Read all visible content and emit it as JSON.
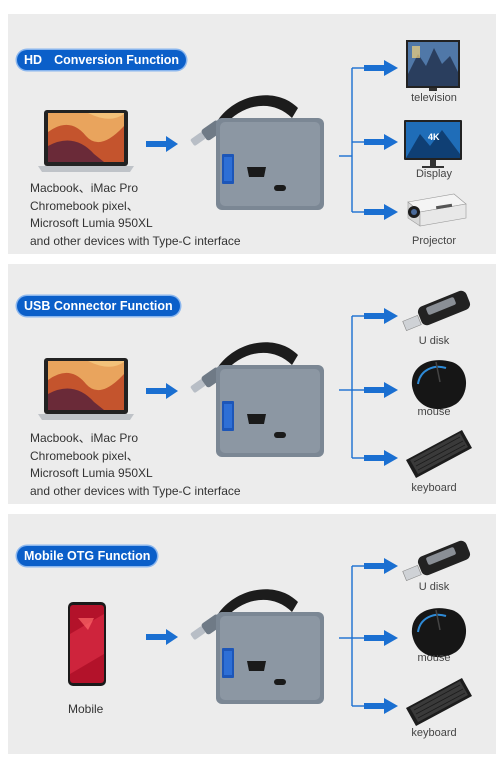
{
  "panels": [
    {
      "badge_lead": "HD",
      "badge_rest": "Conversion Function",
      "device_lines": [
        "Macbook、iMac Pro",
        "Chromebook pixel、",
        "Microsoft Lumia 950XL",
        "and other devices with Type-C interface"
      ],
      "outputs": [
        "television",
        "Display",
        "Projector"
      ]
    },
    {
      "badge": "USB Connector Function",
      "device_lines": [
        "Macbook、iMac Pro",
        "Chromebook pixel、",
        "Microsoft Lumia 950XL",
        "and other devices with Type-C interface"
      ],
      "outputs": [
        "U disk",
        "mouse",
        "keyboard"
      ]
    },
    {
      "badge": "Mobile OTG Function",
      "device_lines": [
        "Mobile"
      ],
      "outputs": [
        "U disk",
        "mouse",
        "keyboard"
      ]
    }
  ],
  "display_badge_text": "4K",
  "colors": {
    "badge_blue": "#0b5fc9",
    "arrow_blue": "#1a6fd1",
    "panel_bg": "#ececec",
    "adapter_gray": "#7b8794"
  }
}
